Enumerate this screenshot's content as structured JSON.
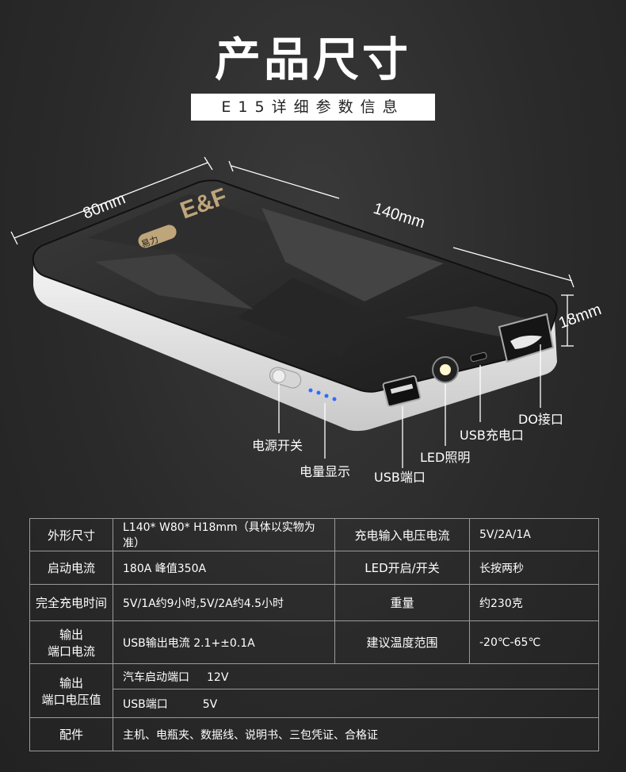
{
  "header": {
    "title": "产品尺寸",
    "subtitle": "E15详细参数信息"
  },
  "product": {
    "brand_logo": "E&F",
    "brand_badge": "易力",
    "dimensions": {
      "width": "80mm",
      "length": "140mm",
      "height": "18mm"
    },
    "callouts": {
      "power_switch": "电源开关",
      "battery_indicator": "电量显示",
      "usb_port": "USB端口",
      "led_light": "LED照明",
      "usb_charge": "USB充电口",
      "do_port": "DO接口"
    }
  },
  "specs": {
    "size_label": "外形尺寸",
    "size_value": "L140* W80* H18mm（具体以实物为准）",
    "charge_input_label": "充电输入电压电流",
    "charge_input_value": "5V/2A/1A",
    "start_current_label": "启动电流",
    "start_current_value": "180A  峰值350A",
    "led_label": "LED开启/开关",
    "led_value": "长按两秒",
    "full_charge_label": "完全充电时间",
    "full_charge_value": "5V/1A约9小时,5V/2A约4.5小时",
    "weight_label": "重量",
    "weight_value": "约230克",
    "out_current_label_1": "输出",
    "out_current_label_2": "端口电流",
    "out_current_value": "USB输出电流 2.1+±0.1A",
    "temp_label": "建议温度范围",
    "temp_value": "-20℃-65℃",
    "out_voltage_label_1": "输出",
    "out_voltage_label_2": "端口电压值",
    "car_port_label": "汽车启动端口",
    "car_port_value": "12V",
    "usb_port_label": "USB端口",
    "usb_port_value": "5V",
    "accessories_label": "配件",
    "accessories_value": "主机、电瓶夹、数据线、说明书、三包凭证、合格证"
  },
  "colors": {
    "background": "#2a2a2a",
    "indicator_led": "#2f6bff",
    "table_border": "#9a9a9a"
  },
  "icons": [
    "flashlight-icon",
    "micro-usb-icon",
    "usb-port-icon",
    "do-port-icon",
    "power-slider-icon"
  ]
}
